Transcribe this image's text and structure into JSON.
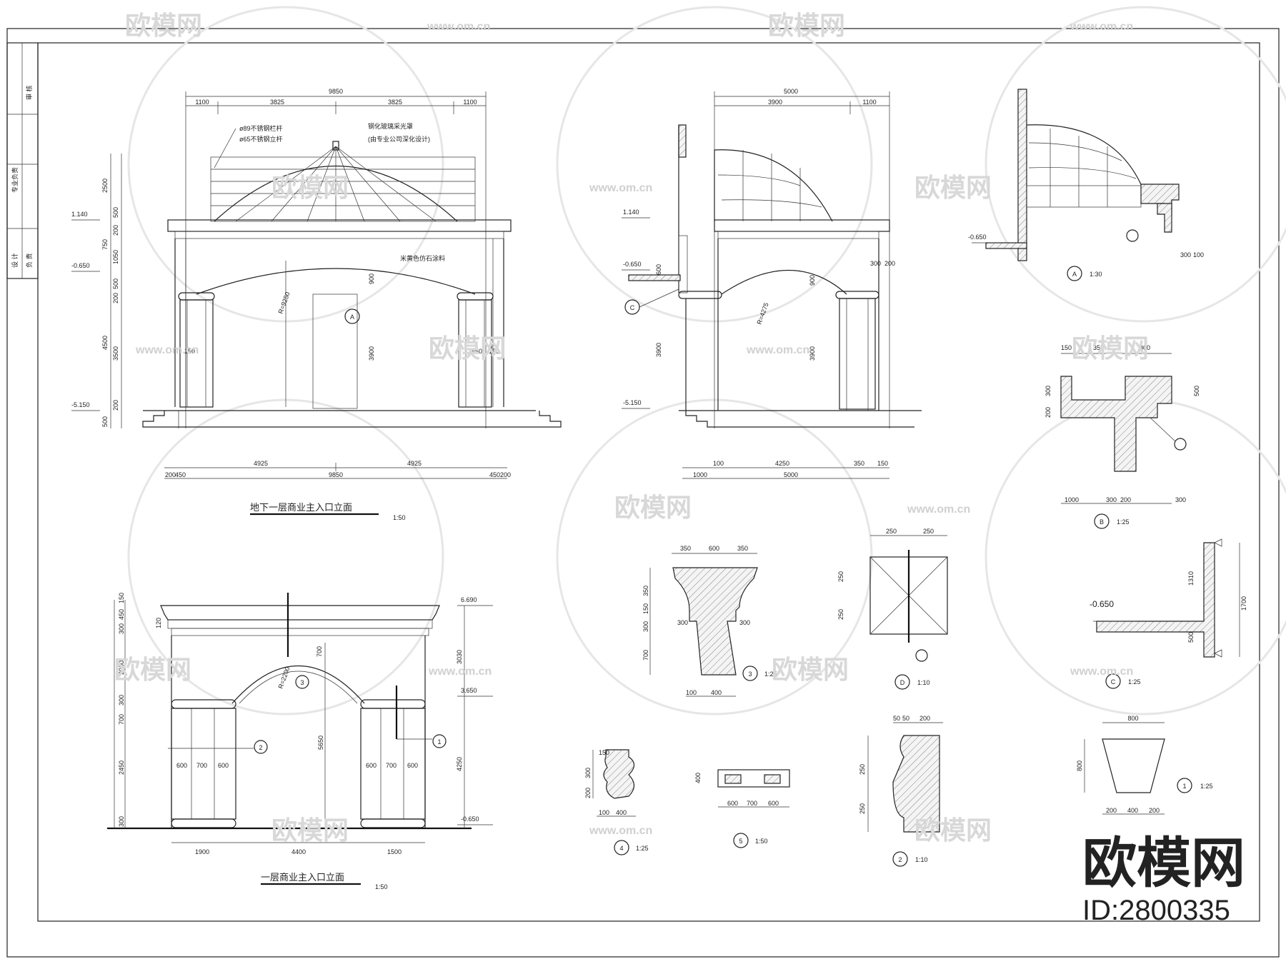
{
  "title_block": {
    "row1": "审 核",
    "row2": "专业负责",
    "row3": "设 计",
    "row4": "负 责"
  },
  "watermark": {
    "brand": "欧模网",
    "url": "www.om.cn",
    "id_text": "ID:2800335"
  },
  "front_elevation": {
    "title": "地下一层商业主入口立面",
    "scale": "1:50",
    "dims_top": [
      "1100",
      "3825",
      "3825",
      "1100"
    ],
    "dim_total_top": "9850",
    "dims_bottom": [
      "200",
      "450",
      "4925",
      "4925",
      "450",
      "200"
    ],
    "dim_total_bottom": "9850",
    "dims_left": [
      "2500",
      "750",
      "200",
      "500",
      "1050",
      "500",
      "200",
      "4500",
      "3500",
      "200",
      "500"
    ],
    "levels": [
      "1.140",
      "-0.650",
      "-5.150"
    ],
    "notes": [
      "ø89不锈钢栏杆",
      "ø65不锈钢立杆",
      "钢化玻璃采光罩",
      "(由专业公司深化设计)",
      "米黄色仿石涂料"
    ],
    "radius": "R=9250",
    "inner_dims": [
      "900",
      "3900",
      "150",
      "450",
      "150"
    ],
    "callout": "A"
  },
  "side_elevation": {
    "dims_top": [
      "3900",
      "1100"
    ],
    "dim_total_top": "5000",
    "dims_bottom": [
      "1000",
      "100",
      "4250",
      "350",
      "150"
    ],
    "dim_total_bottom": "5000",
    "levels": [
      "1.140",
      "-0.650",
      "-5.150"
    ],
    "dims_left": [
      "600",
      "3900"
    ],
    "dims_right": [
      "300",
      "200",
      "900",
      "3900"
    ],
    "radius": "R=4275",
    "callout": "C"
  },
  "first_floor_elevation": {
    "title": "一层商业主入口立面",
    "scale": "1:50",
    "dims_bottom": [
      "1900",
      "4400",
      "1500"
    ],
    "dims_left": [
      "150",
      "450",
      "300",
      "120",
      "2000",
      "300",
      "700",
      "2450",
      "300"
    ],
    "dims_right": [
      "3030",
      "4250"
    ],
    "levels": [
      "6.690",
      "3.650",
      "-0.650"
    ],
    "inner_dims": [
      "600",
      "700",
      "600",
      "600",
      "700",
      "600",
      "700",
      "5650"
    ],
    "radius": "R=2200",
    "callouts": [
      "3",
      "2",
      "1"
    ]
  },
  "details": [
    {
      "id": "A",
      "scale": "1:30",
      "level": "-0.650",
      "dims": [
        "300",
        "100"
      ]
    },
    {
      "id": "B",
      "scale": "1:25",
      "dims_top": [
        "150",
        "350",
        "800"
      ],
      "dims_bottom": [
        "1000",
        "300",
        "200",
        "300"
      ],
      "dims_left": [
        "200",
        "300"
      ],
      "dims_right": [
        "500"
      ]
    },
    {
      "id": "C",
      "scale": "1:25",
      "level": "-0.650",
      "dims": [
        "1310",
        "1700",
        "500"
      ]
    },
    {
      "id": "D",
      "scale": "1:10",
      "dims_top": [
        "250",
        "250"
      ],
      "dims_left": [
        "250",
        "250"
      ]
    },
    {
      "id": "1",
      "scale": "1:25",
      "dims_top": [
        "800"
      ],
      "dims_left": [
        "800"
      ],
      "dims_bottom": [
        "200",
        "400",
        "200"
      ]
    },
    {
      "id": "2",
      "scale": "1:10",
      "dims_top": [
        "50",
        "50",
        "200"
      ],
      "dims_left": [
        "250",
        "250"
      ]
    },
    {
      "id": "3",
      "scale": "1:25",
      "dims_top": [
        "350",
        "600",
        "350"
      ],
      "dims_left": [
        "350",
        "150",
        "300",
        "700"
      ],
      "dims_side": [
        "300",
        "300"
      ],
      "dims_bottom": [
        "100",
        "400"
      ]
    },
    {
      "id": "4",
      "scale": "1:25",
      "dims_left": [
        "150",
        "300",
        "200"
      ],
      "dims_bottom": [
        "100",
        "400"
      ]
    },
    {
      "id": "5",
      "scale": "1:50",
      "dims_bottom": [
        "600",
        "700",
        "600"
      ],
      "dims_left": [
        "400"
      ]
    }
  ]
}
